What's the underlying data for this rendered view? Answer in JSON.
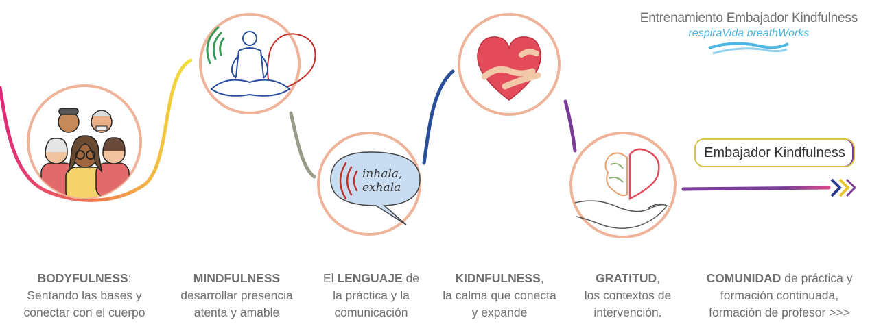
{
  "brand": {
    "title": "Entrenamiento Embajador Kindfulness",
    "subtitle": "respiraVida breathWorks"
  },
  "ambassador_label": "Embajador Kindfulness",
  "speech_bubble": {
    "line1": "inhala,",
    "line2": "exhala"
  },
  "arrow_glyph": ">>",
  "steps": [
    {
      "bold": "BODYFULNESS",
      "after_bold": ":",
      "lines": [
        "Sentando las bases y",
        "conectar con el cuerpo"
      ]
    },
    {
      "bold": "MINDFULNESS",
      "after_bold": "",
      "lines": [
        "desarrollar presencia",
        "atenta y amable"
      ]
    },
    {
      "before_bold": "El ",
      "bold": "LENGUAJE",
      "after_bold": " de",
      "lines": [
        "la práctica y la",
        "comunicación"
      ]
    },
    {
      "bold": "KIDNFULNESS",
      "after_bold": ",",
      "lines": [
        "la calma que conecta",
        "y expande"
      ]
    },
    {
      "bold": "GRATITUD",
      "after_bold": ",",
      "lines": [
        "los contextos de",
        "intervención."
      ]
    },
    {
      "bold": "COMUNIDAD",
      "after_bold": " de práctica y",
      "lines": [
        "formación continuada,",
        "formación de profesor >>>"
      ]
    }
  ],
  "colors": {
    "circle_border": "#efb39a",
    "magenta": "#e0287a",
    "yellow": "#f2e33a",
    "grey": "#9a9a88",
    "blue": "#2a4f9a",
    "purple": "#7a3e97",
    "heart_red": "#e34b5a",
    "sound_green": "#3a9a5a",
    "sound_red": "#c0302a",
    "bubble_fill": "#c9ddf2"
  }
}
